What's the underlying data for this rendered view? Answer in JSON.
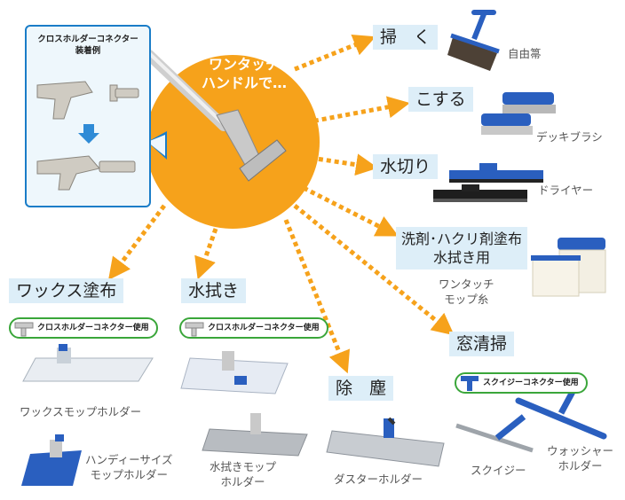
{
  "center": {
    "line1": "ワンタッチ",
    "line2": "ハンドルで…",
    "color": "#f6a21b"
  },
  "inset": {
    "title_line1": "クロスホルダーコネクター",
    "title_line2": "装着例",
    "border_color": "#1a7dc8"
  },
  "categories": {
    "sweep": "掃　く",
    "scrub": "こする",
    "squeegee": "水切り",
    "detergent_line1": "洗剤･ハクリ剤塗布",
    "detergent_line2": "水拭き用",
    "wax": "ワックス塗布",
    "wipe": "水拭き",
    "dust": "除　塵",
    "window": "窓清掃"
  },
  "badges": {
    "cross_connector": "クロスホルダーコネクター使用",
    "squeegee_connector": "スクイジーコネクター使用"
  },
  "products": {
    "broom": "自由箒",
    "deck_brush": "デッキブラシ",
    "dryer": "ドライヤー",
    "mop_line1": "ワンタッチ",
    "mop_line2": "モップ糸",
    "wax_holder": "ワックスモップホルダー",
    "handy_line1": "ハンディーサイズ",
    "handy_line2": "モップホルダー",
    "wipe_holder_line1": "水拭きモップ",
    "wipe_holder_line2": "ホルダー",
    "duster_holder": "ダスターホルダー",
    "squeegee": "スクイジー",
    "washer_line1": "ウォッシャー",
    "washer_line2": "ホルダー"
  },
  "colors": {
    "arrow": "#f6a21b",
    "category_bg": "#ddeef8",
    "badge_border": "#3aa63a",
    "product_blue": "#2a5fbf"
  }
}
